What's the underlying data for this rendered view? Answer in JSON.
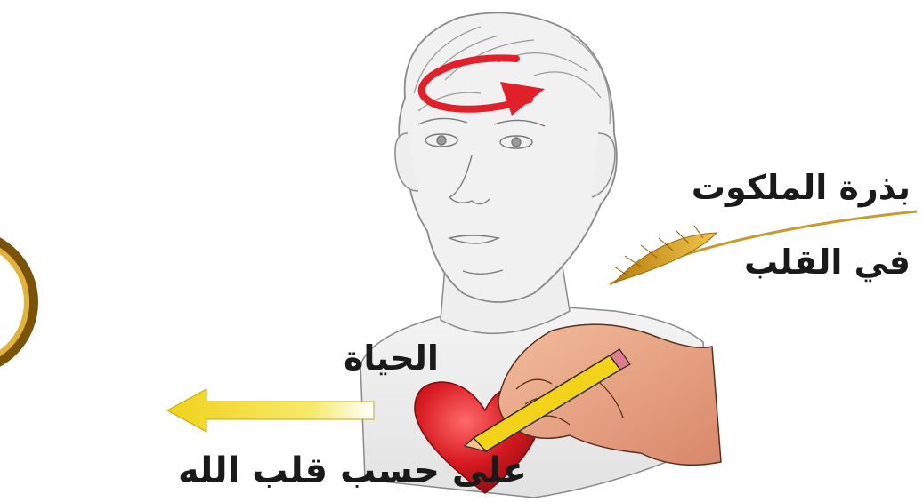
{
  "labels": {
    "seed_line1": "بذرة الملكوت",
    "seed_line2": "في القلب",
    "life": "الحياة",
    "heart_of_god": "على حسب قلب الله"
  },
  "colors": {
    "outline": "#8a8a8a",
    "skin_shade": "#ececec",
    "red_arrow": "#e1202a",
    "heart": "#d71920",
    "pencil": "#f3d21a",
    "hand": "#e9a886",
    "wheat": "#d9a21e",
    "yellow_arrow": "#f2df2a",
    "gold_ring": "#c8951c",
    "text": "#1a1a1a"
  },
  "icons": [
    "red-curved-arrow-icon",
    "heart-icon",
    "pencil-icon",
    "hand-icon",
    "wheat-icon",
    "yellow-arrow-icon",
    "gold-ring-icon"
  ]
}
